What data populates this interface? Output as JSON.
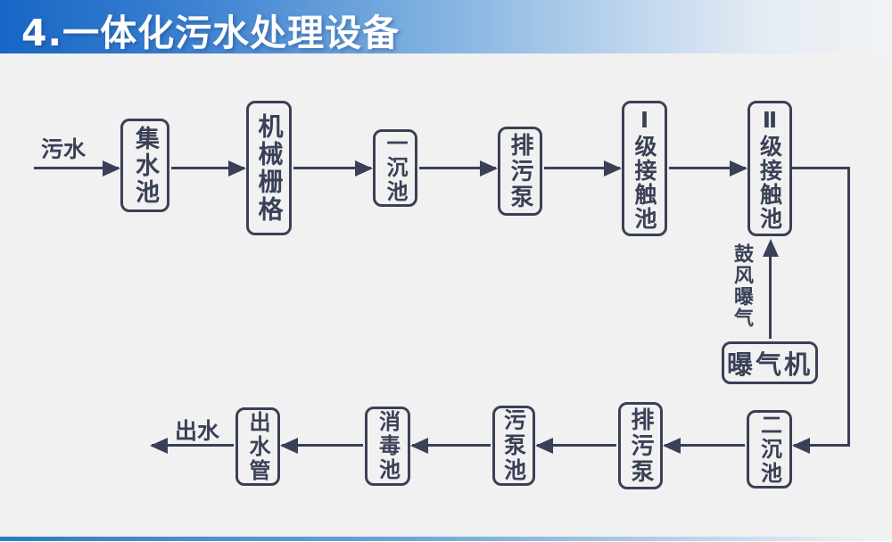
{
  "slide": {
    "title": "4.一体化污水处理设备",
    "colors": {
      "title_blue": "#1766c5",
      "diagram_ink": "#3a4156",
      "background": "#f1f1f2"
    }
  },
  "flow": {
    "input_label": "污水",
    "output_label": "出水",
    "aeration_label": "鼓风曝气",
    "nodes": {
      "collection_tank": "集水池",
      "mechanical_grid": "机械栅格",
      "primary_sedimentation_tank": "一沉池",
      "sewage_pump_upper": "排污泵",
      "level1_contact_tank": "Ⅰ级接触池",
      "level2_contact_tank": "Ⅱ级接触池",
      "aerator": "曝气机",
      "secondary_sedimentation_tank": "二沉池",
      "sewage_pump_lower": "排污泵",
      "sewage_pump_tank": "污泵池",
      "disinfection_tank": "消毒池",
      "outlet_pipe": "出水管"
    }
  }
}
